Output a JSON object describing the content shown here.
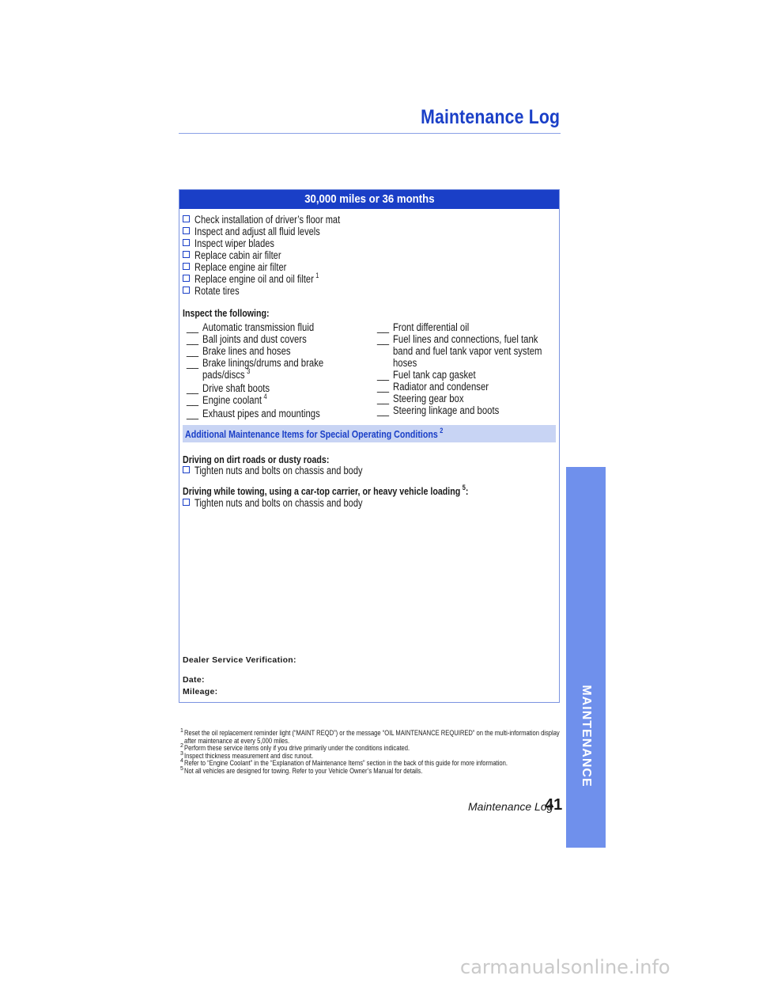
{
  "header": {
    "title": "Maintenance Log"
  },
  "box": {
    "header": "30,000 miles or 36 months",
    "checklist": [
      {
        "label": "Check installation of driver’s floor mat",
        "sup": ""
      },
      {
        "label": "Inspect and adjust all fluid levels",
        "sup": ""
      },
      {
        "label": "Inspect wiper blades",
        "sup": ""
      },
      {
        "label": "Replace cabin air filter",
        "sup": ""
      },
      {
        "label": "Replace engine air filter",
        "sup": ""
      },
      {
        "label": "Replace engine oil and oil filter",
        "sup": "1"
      },
      {
        "label": "Rotate tires",
        "sup": ""
      }
    ],
    "inspect_heading": "Inspect the following:",
    "inspect_left": [
      {
        "dash": "__",
        "text": "Automatic transmission fluid",
        "sup": ""
      },
      {
        "dash": "__",
        "text": "Ball joints and dust covers",
        "sup": ""
      },
      {
        "dash": "__",
        "text": "Brake lines and hoses",
        "sup": ""
      },
      {
        "dash": "__",
        "text": "Brake linings/drums and brake pads/discs",
        "sup": "3"
      },
      {
        "dash": "__",
        "text": "Drive shaft boots",
        "sup": ""
      },
      {
        "dash": "__",
        "text": "Engine coolant",
        "sup": "4"
      },
      {
        "dash": "__",
        "text": "Exhaust pipes and mountings",
        "sup": ""
      }
    ],
    "inspect_right": [
      {
        "dash": "__",
        "text": "Front differential oil",
        "sup": ""
      },
      {
        "dash": "__",
        "text": "Fuel lines and connections, fuel tank band and fuel tank vapor vent system hoses",
        "sup": ""
      },
      {
        "dash": "__",
        "text": "Fuel tank cap gasket",
        "sup": ""
      },
      {
        "dash": "__",
        "text": "Radiator and condenser",
        "sup": ""
      },
      {
        "dash": "__",
        "text": "Steering gear box",
        "sup": ""
      },
      {
        "dash": "__",
        "text": "Steering linkage and boots",
        "sup": ""
      }
    ],
    "additional": {
      "title": "Additional Maintenance Items for Special Operating Conditions",
      "sup": "2"
    },
    "conditions": [
      {
        "heading": "Driving on dirt roads or dusty roads:",
        "heading_sup": "",
        "heading_suffix": "",
        "item": "Tighten nuts and bolts on chassis and body"
      },
      {
        "heading": "Driving while towing, using a car-top carrier, or heavy vehicle loading",
        "heading_sup": "5",
        "heading_suffix": ":",
        "item": "Tighten nuts and bolts on chassis and body"
      }
    ],
    "dealer": {
      "verification": "Dealer Service Verification:",
      "date": "Date:",
      "mileage": "Mileage:"
    }
  },
  "footnotes": [
    {
      "num": "1",
      "text": "Reset the oil replacement reminder light (“MAINT REQD”) or the message “OIL MAINTENANCE REQUIRED” on the multi-information display after maintenance at every 5,000 miles."
    },
    {
      "num": "2",
      "text": "Perform these service items only if you drive primarily under the conditions indicated."
    },
    {
      "num": "3",
      "text": "Inspect thickness measurement and disc runout."
    },
    {
      "num": "4",
      "text": "Refer to “Engine Coolant” in the “Explanation of Maintenance Items” section in the back of this guide for more information."
    },
    {
      "num": "5",
      "text": "Not all vehicles are designed for towing. Refer to your Vehicle Owner’s Manual for details."
    }
  ],
  "footer": {
    "label": "Maintenance Log",
    "page": "41"
  },
  "sidebar": {
    "label": "MAINTENANCE"
  },
  "watermark": "carmanualsonline.info",
  "colors": {
    "accent": "#1a3fc7",
    "light": "#c8d4f4",
    "sidebar": "#6f90ec"
  }
}
